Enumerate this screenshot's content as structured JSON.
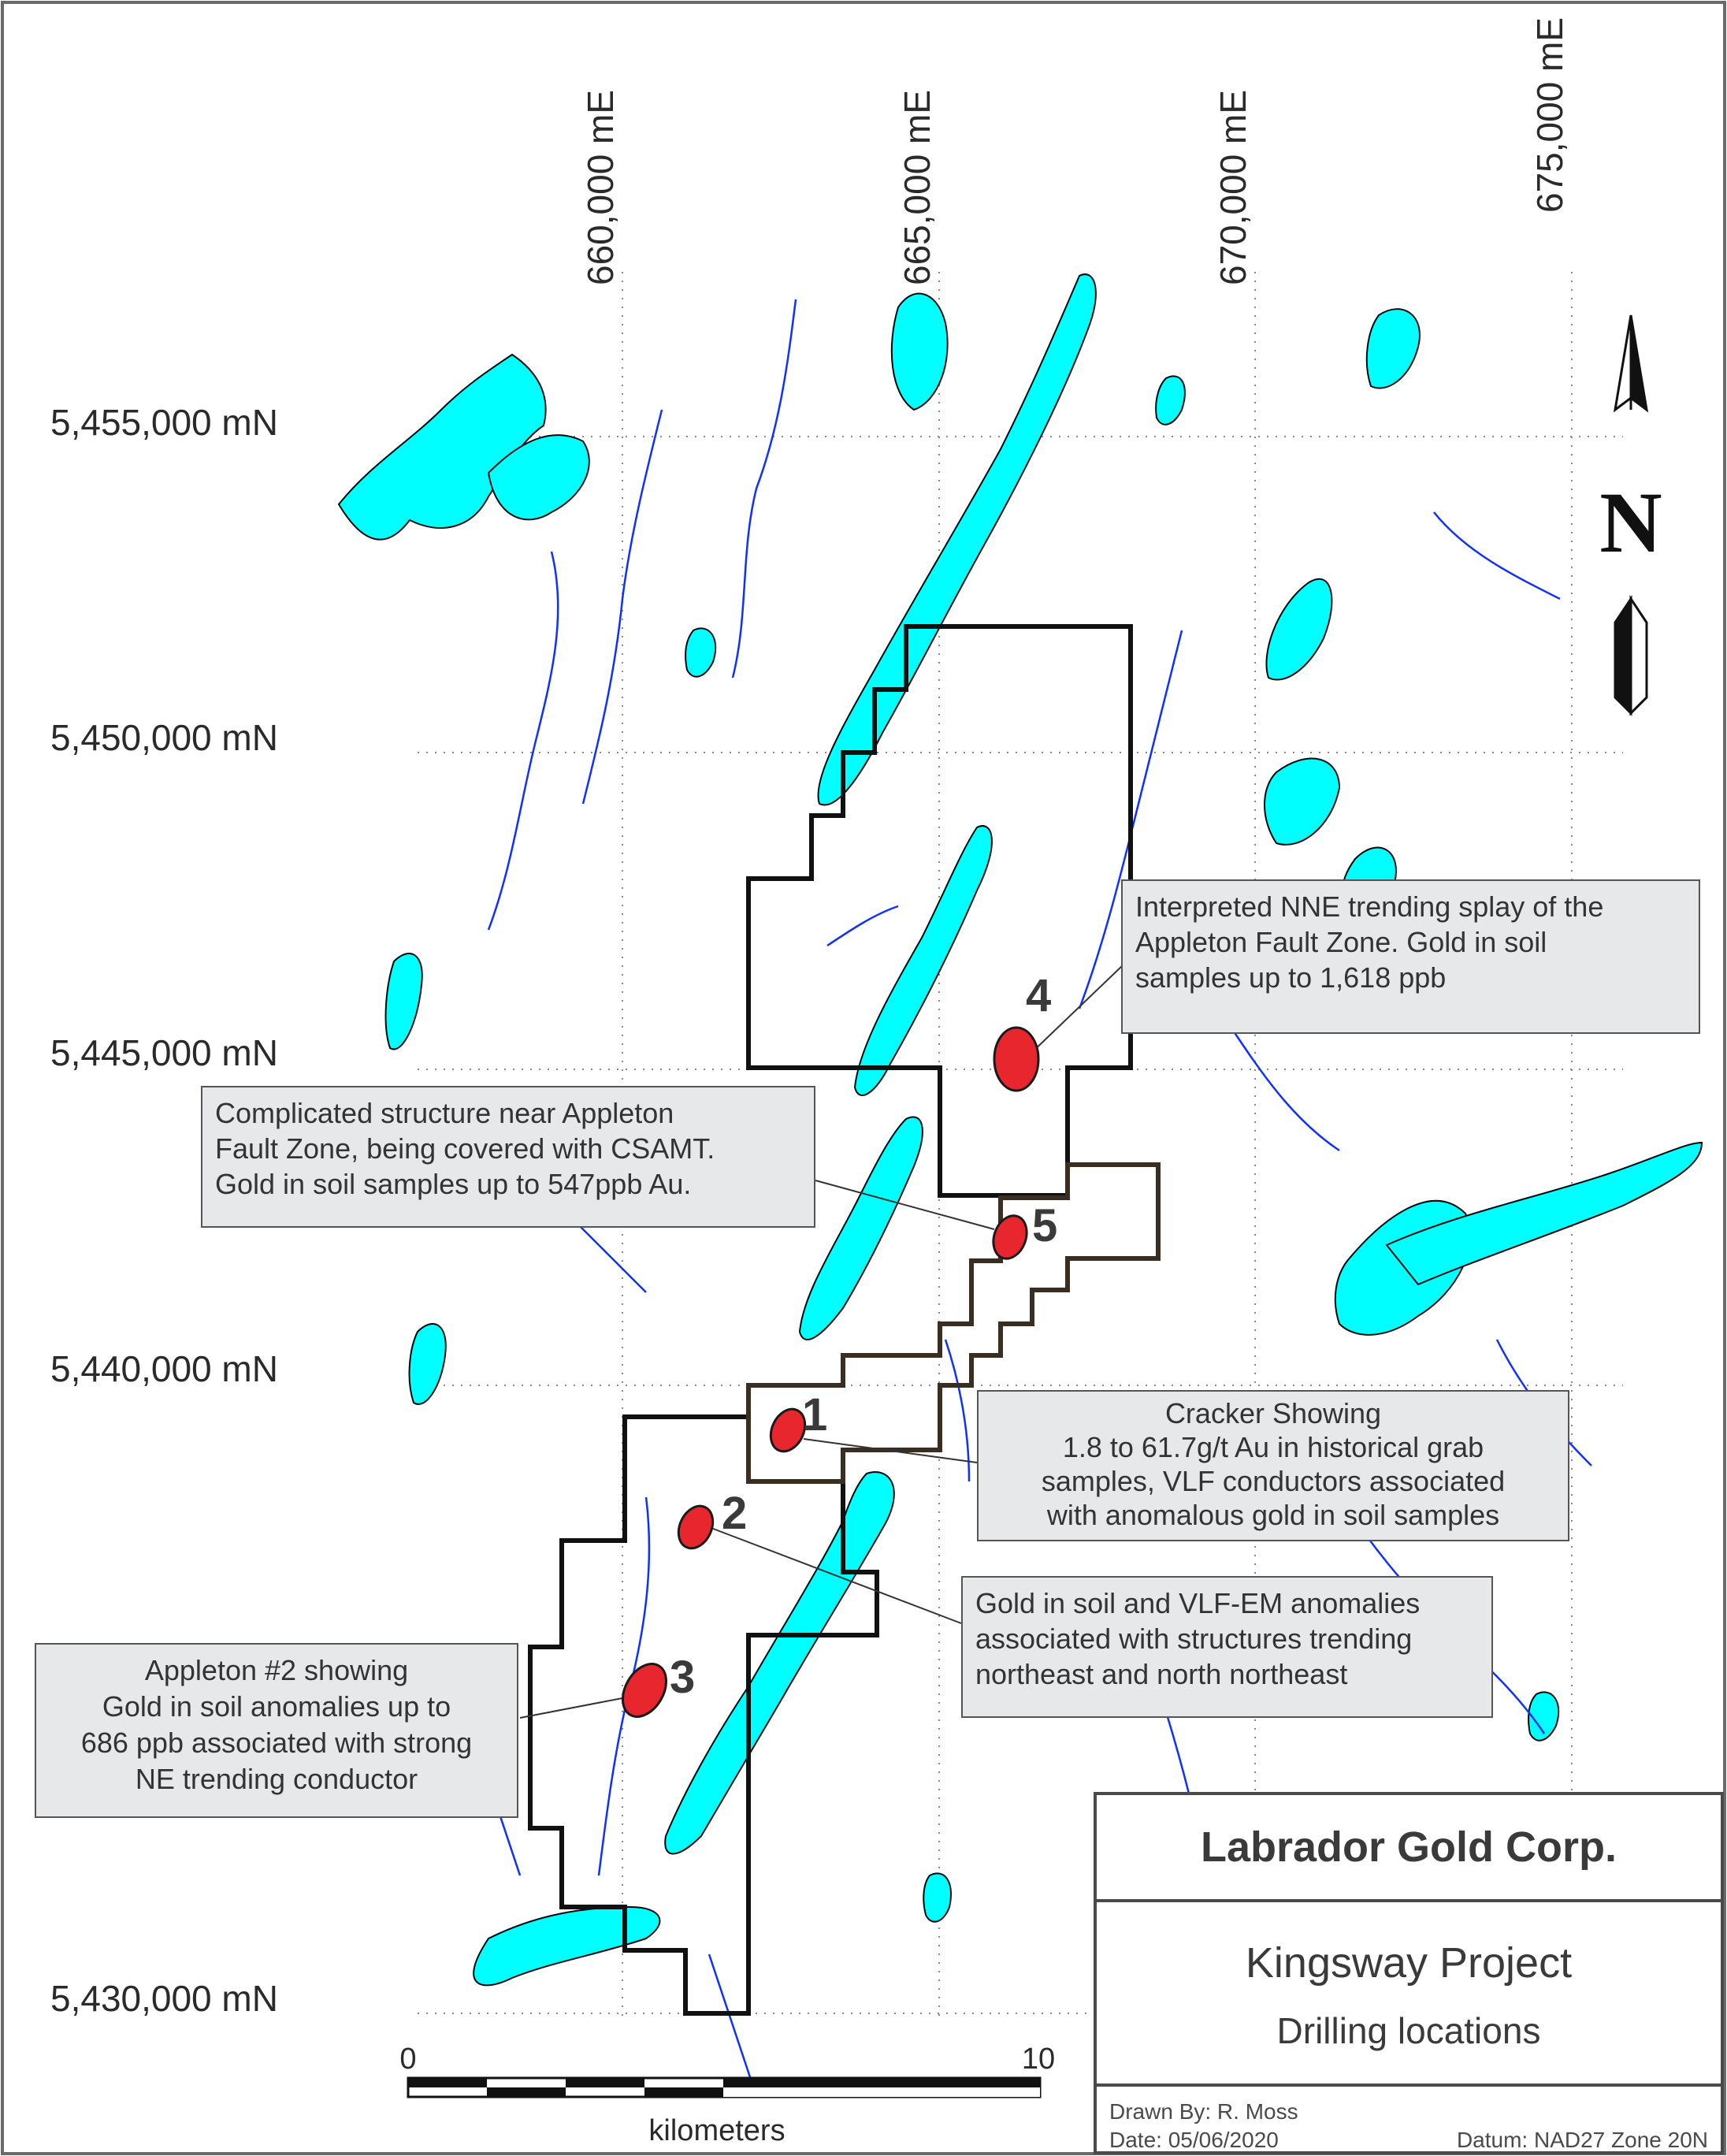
{
  "map": {
    "easting_labels": [
      "660,000 mE",
      "665,000 mE",
      "670,000 mE",
      "675,000 mE"
    ],
    "northing_labels": [
      "5,455,000 mN",
      "5,450,000 mN",
      "5,445,000 mN",
      "5,440,000 mN",
      "5,430,000 mN"
    ],
    "north_letter": "N",
    "scale": {
      "start": "0",
      "end": "10",
      "unit": "kilometers"
    },
    "drill_sites": [
      {
        "id": "1",
        "label": "1"
      },
      {
        "id": "2",
        "label": "2"
      },
      {
        "id": "3",
        "label": "3"
      },
      {
        "id": "4",
        "label": "4"
      },
      {
        "id": "5",
        "label": "5"
      }
    ],
    "colors": {
      "water": "#00ffff",
      "stream": "#1030ff",
      "claim_outline": "#111111",
      "drill_marker": "#e8262d"
    }
  },
  "callouts": {
    "nne_splay": {
      "lines": [
        "Interpreted NNE trending splay of the",
        "Appleton Fault Zone. Gold in soil",
        "samples up to 1,618 ppb"
      ]
    },
    "complicated": {
      "lines": [
        "Complicated structure near Appleton",
        "Fault Zone, being covered with CSAMT.",
        "Gold in soil samples up to 547ppb Au."
      ]
    },
    "cracker": {
      "lines": [
        "Cracker Showing",
        "1.8 to 61.7g/t Au in historical grab",
        "samples, VLF conductors associated",
        "with anomalous gold in soil samples"
      ]
    },
    "vlf_em": {
      "lines": [
        "Gold in soil and VLF-EM anomalies",
        "associated with structures trending",
        "northeast and north northeast"
      ]
    },
    "appleton2": {
      "lines": [
        "Appleton #2 showing",
        "Gold in soil anomalies up to",
        "686 ppb associated with strong",
        "NE trending conductor"
      ]
    }
  },
  "title_block": {
    "company": "Labrador Gold Corp.",
    "project": "Kingsway Project",
    "subtitle": "Drilling locations",
    "drawn_by": "Drawn By: R. Moss",
    "date": "Date: 05/06/2020",
    "datum": "Datum: NAD27 Zone 20N"
  }
}
